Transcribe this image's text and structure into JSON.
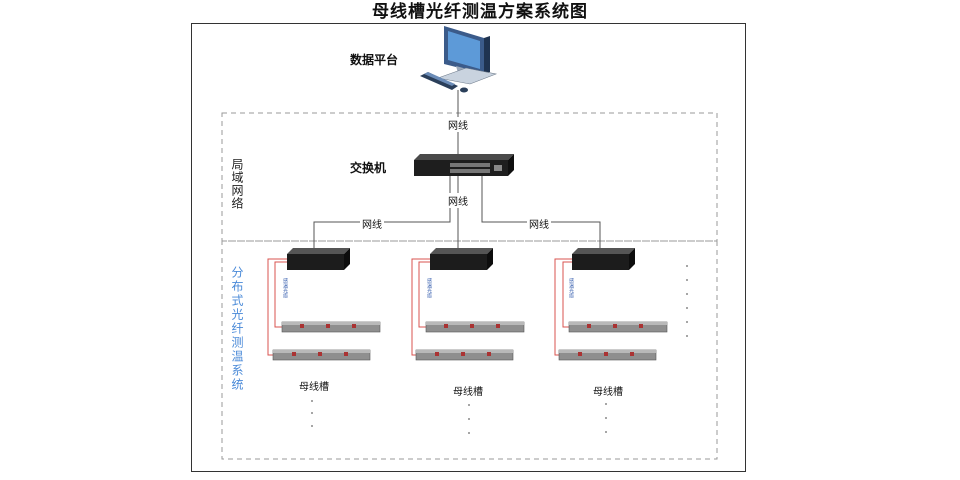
{
  "title": "母线槽光纤测温方案系统图",
  "platform": {
    "label": "数据平台",
    "icon": "computer-workstation-icon"
  },
  "switch": {
    "label": "交换机",
    "icon": "network-switch-icon"
  },
  "cable_label": "网线",
  "zones": {
    "lan": "局域网络",
    "dts": "分布式光纤测温系统"
  },
  "groups": [
    {
      "fiber_label": "感温光缆",
      "busway_label": "母线槽"
    },
    {
      "fiber_label": "感温光缆",
      "busway_label": "母线槽"
    },
    {
      "fiber_label": "感温光缆",
      "busway_label": "母线槽"
    }
  ],
  "colors": {
    "zone_border": "#999999",
    "fiber": "#d9534f",
    "dts_text": "#4a8ad8",
    "busway": "#8c8c8c",
    "device": "#222222"
  }
}
